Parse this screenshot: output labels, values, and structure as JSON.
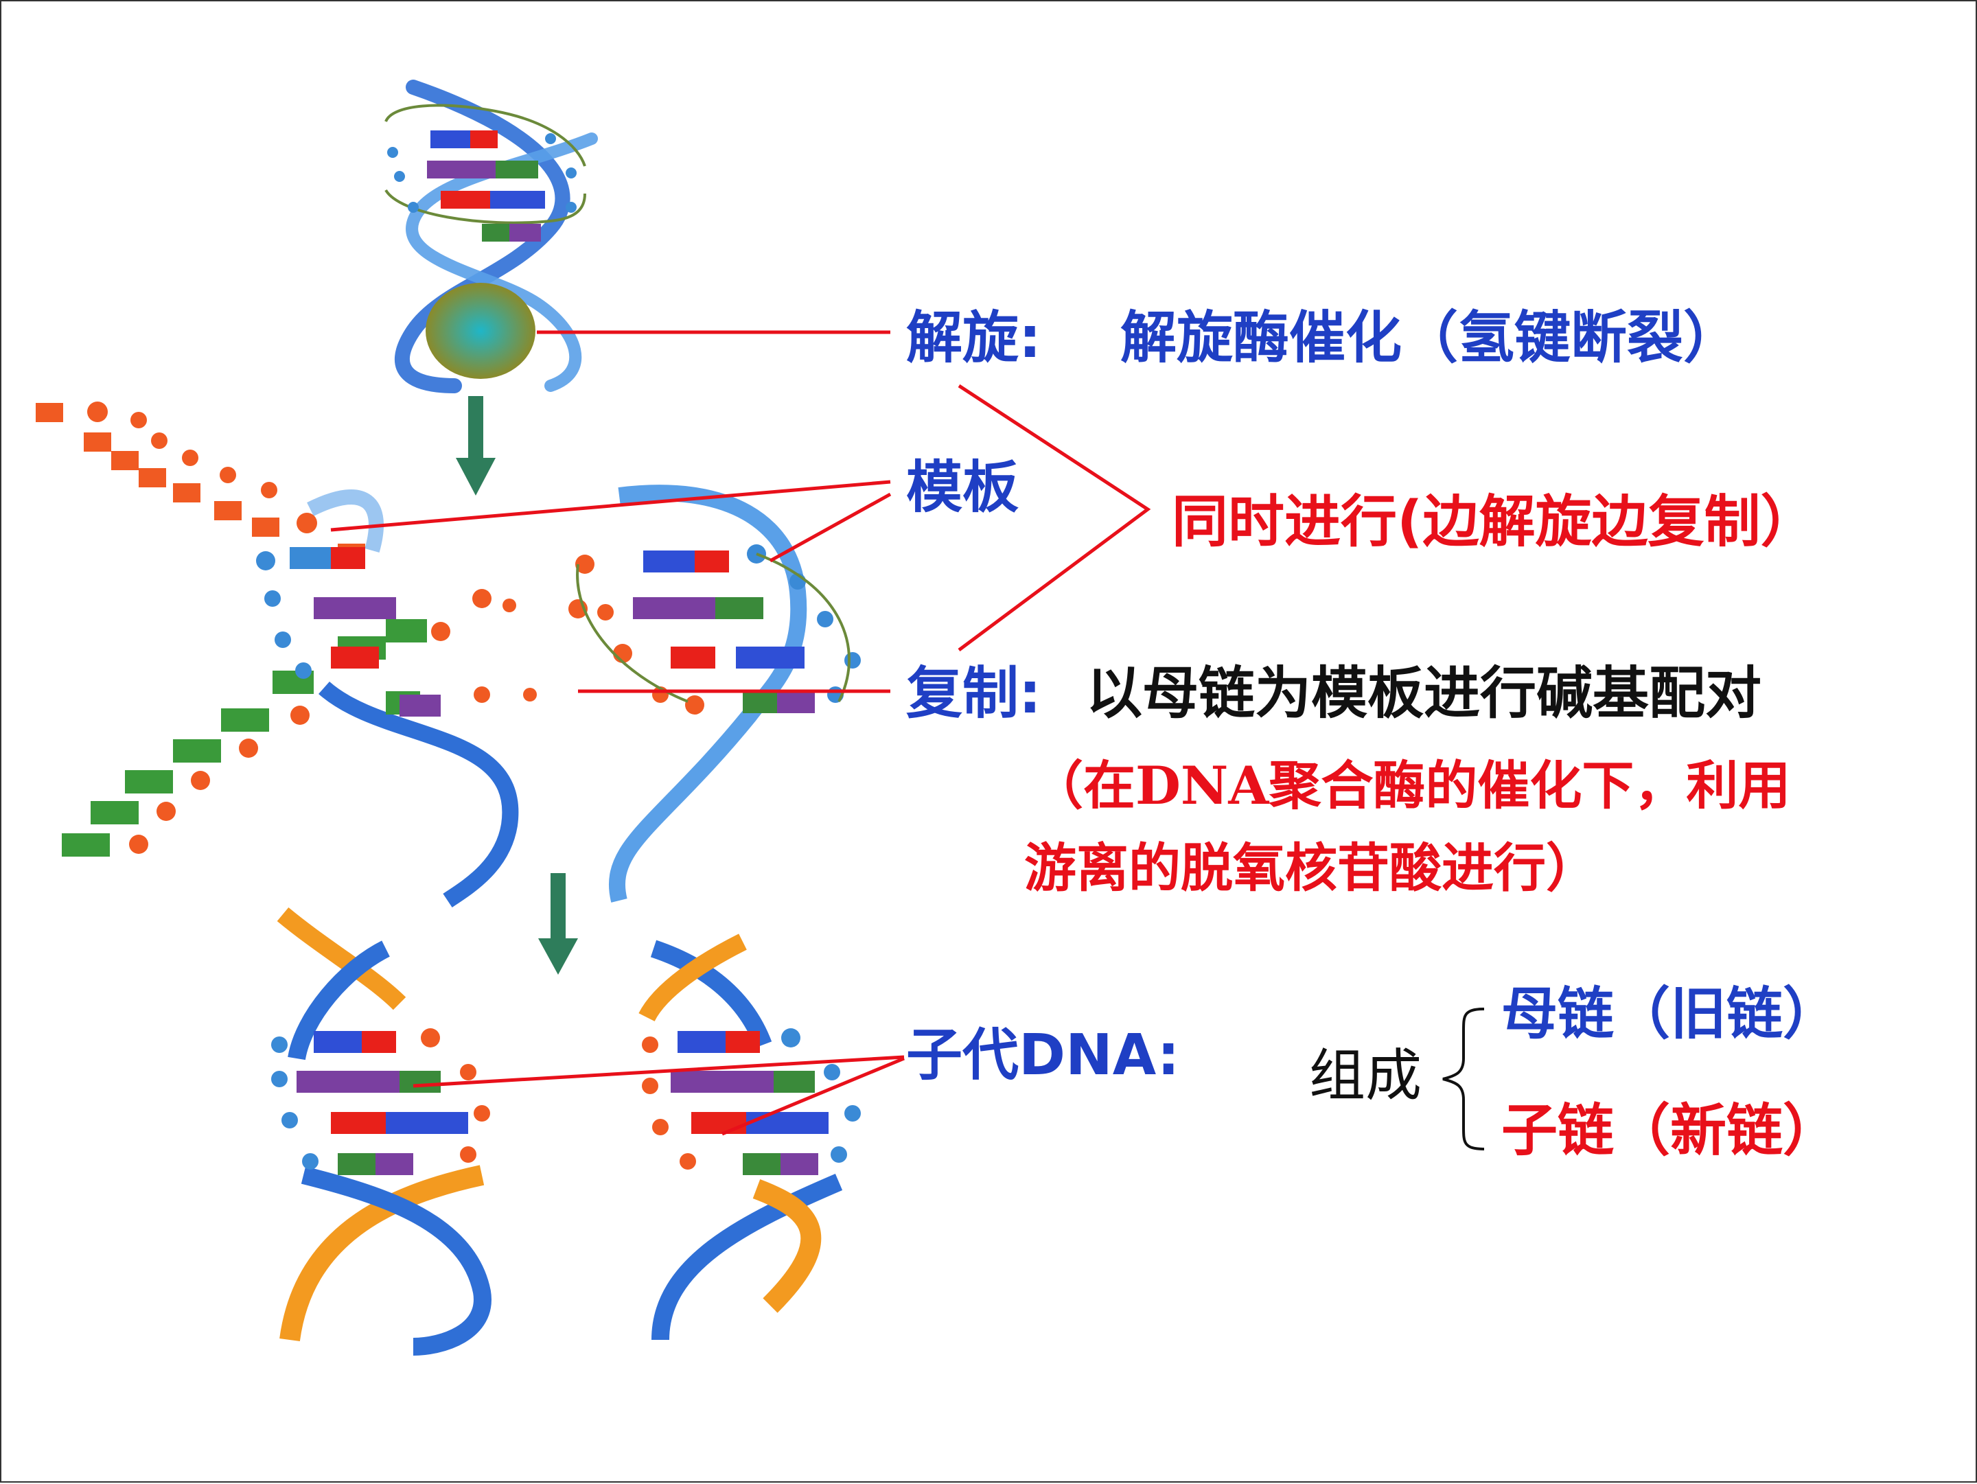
{
  "colors": {
    "blue_text": "#1f3fc4",
    "red_text": "#e8101a",
    "black_text": "#111111",
    "pointer_line": "#e8101a",
    "arrow": "#2e7d5b",
    "strand_blue": "#2f6fd6",
    "strand_orange": "#f39a20",
    "enzyme": "#8a8a2a"
  },
  "labels": {
    "unwind_term": "解旋:",
    "unwind_desc": "解旋酶催化（氢键断裂）",
    "template": "模板",
    "simultaneous": "同时进行(边解旋边复制）",
    "replicate_term": "复制:",
    "replicate_desc": "以母链为模板进行碱基配对",
    "condition_line1": "（在DNA聚合酶的催化下，利用",
    "condition_line2": "游离的脱氧核苷酸进行）",
    "daughter_dna": "子代DNA:",
    "composition": "组成",
    "parent_strand": "母链（旧链）",
    "daughter_strand": "子链（新链）"
  },
  "icons": [
    "enzyme-icon",
    "down-arrow-icon",
    "dna-helix-icon"
  ]
}
